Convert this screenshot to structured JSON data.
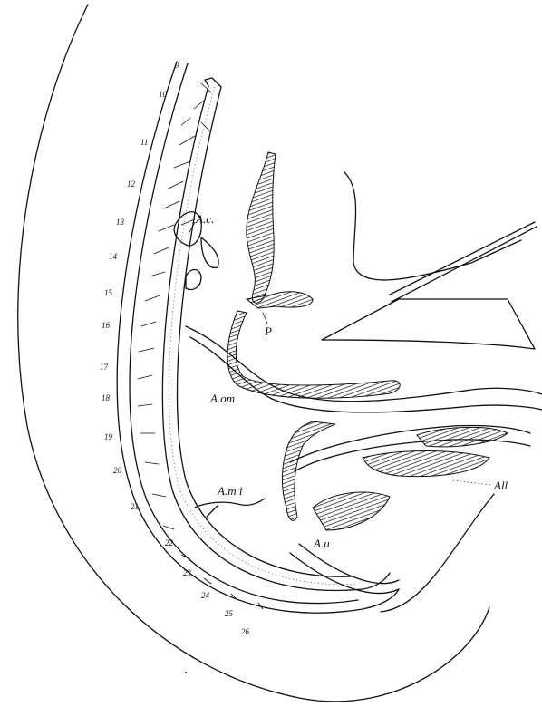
{
  "labels": {
    "ac": "A.c.",
    "p": "P",
    "aom": "A.om",
    "ami": "A.m i",
    "au": "A.u",
    "all": "All"
  },
  "segments": [
    "9",
    "10",
    "11",
    "12",
    "13",
    "14",
    "15",
    "16",
    "17",
    "18",
    "19",
    "20",
    "21",
    "22",
    "23",
    "24",
    "25",
    "26"
  ],
  "colors": {
    "ink": "#111111",
    "paper": "#ffffff"
  }
}
